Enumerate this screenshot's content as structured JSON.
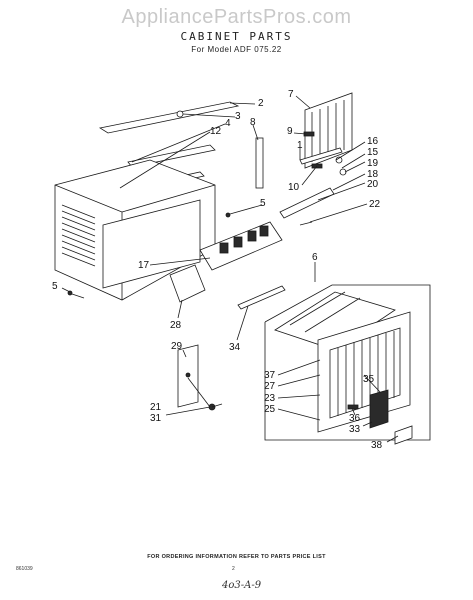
{
  "watermark": "AppliancePartsPros.com",
  "title": "CABINET PARTS",
  "subtitle": "For Model ADF 075.22",
  "callouts": [
    "2",
    "3",
    "4",
    "12",
    "7",
    "8",
    "9",
    "1",
    "16",
    "15",
    "19",
    "18",
    "20",
    "10",
    "5",
    "22",
    "17",
    "6",
    "5",
    "28",
    "34",
    "29",
    "37",
    "27",
    "23",
    "25",
    "35",
    "36",
    "33",
    "38",
    "21",
    "31"
  ],
  "footer": "FOR ORDERING INFORMATION REFER TO PARTS PRICE LIST",
  "doc_code": "861039",
  "page_number": "2",
  "handwritten": "4o3-A-9"
}
